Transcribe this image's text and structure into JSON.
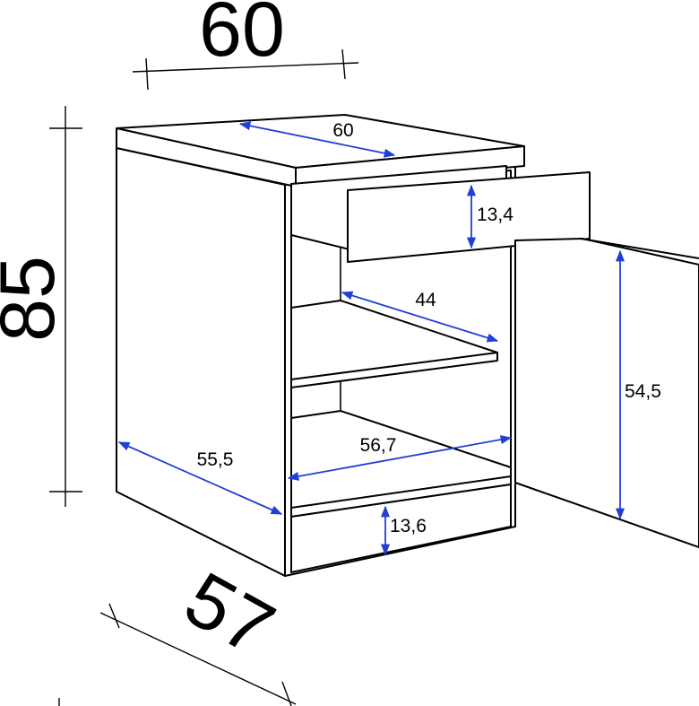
{
  "colors": {
    "dimension_line": "#1f3fd6",
    "outline": "#000000",
    "background": "#ffffff"
  },
  "overall": {
    "width": "60",
    "height": "85",
    "depth": "57"
  },
  "labels": {
    "top_width": "60",
    "drawer_height": "13,4",
    "shelf_depth": "44",
    "side_depth": "55,5",
    "inner_width": "56,7",
    "plinth_height": "13,6",
    "door_height": "54,5"
  }
}
